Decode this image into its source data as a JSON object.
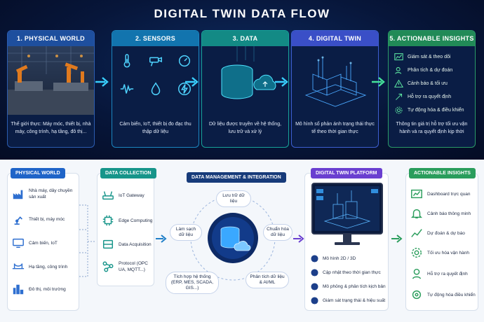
{
  "title": "DIGITAL TWIN DATA FLOW",
  "top_cards": [
    {
      "title": "1. PHYSICAL WORLD",
      "desc": "Thế giới thực: Máy móc, thiết bị, nhà máy, công trình, hạ tầng, đô thị..."
    },
    {
      "title": "2. SENSORS",
      "desc": "Cảm biến, IoT, thiết bị đo đạc thu thập dữ liệu"
    },
    {
      "title": "3. DATA",
      "desc": "Dữ liệu được truyền về hệ thống, lưu trữ và xử lý"
    },
    {
      "title": "4. DIGITAL TWIN",
      "desc": "Mô hình số phản ánh trạng thái thực tế theo thời gian thực"
    },
    {
      "title": "5. ACTIONABLE INSIGHTS",
      "desc": "Thông tin giá trị hỗ trợ tối ưu vận hành và ra quyết định kịp thời"
    }
  ],
  "top_insights": [
    "Giám sát & theo dõi",
    "Phân tích & dự đoán",
    "Cảnh báo & tối ưu",
    "Hỗ trợ ra quyết định",
    "Tự động hóa & điều khiển"
  ],
  "physical": {
    "tag": "PHYSICAL WORLD",
    "items": [
      "Nhà máy, dây chuyền sản xuất",
      "Thiết bị, máy móc",
      "Cảm biến, IoT",
      "Hạ tầng, công trình",
      "Đô thị, môi trường"
    ]
  },
  "collection": {
    "tag": "DATA COLLECTION",
    "items": [
      "IoT Gateway",
      "Edge Computing",
      "Data Acquisition",
      "Protocol (OPC UA, MQTT...)"
    ]
  },
  "management": {
    "tag": "DATA MANAGEMENT & INTEGRATION",
    "top": "Lưu trữ dữ liệu",
    "left": "Làm sạch dữ liệu",
    "right": "Chuẩn hóa dữ liệu",
    "bottom_left": "Tích hợp hệ thống (ERP, MES, SCADA, GIS...)",
    "bottom_right": "Phân tích dữ liệu & AI/ML"
  },
  "platform": {
    "tag": "DIGITAL TWIN PLATFORM",
    "items": [
      "Mô hình 2D / 3D",
      "Cập nhật theo thời gian thực",
      "Mô phỏng & phân tích kịch bản",
      "Giám sát trạng thái & hiệu suất"
    ]
  },
  "insights": {
    "tag": "ACTIONABLE INSIGHTS",
    "items": [
      "Dashboard trực quan",
      "Cảnh báo thông minh",
      "Dự đoán & dự báo",
      "Tối ưu hóa vận hành",
      "Hỗ trợ ra quyết định",
      "Tự động hóa điều khiển"
    ]
  },
  "colors": {
    "blue": "#1f64c8",
    "teal": "#17958a",
    "purple": "#6a3fd0",
    "green": "#2a9d5c",
    "cyan": "#39d0ff"
  }
}
